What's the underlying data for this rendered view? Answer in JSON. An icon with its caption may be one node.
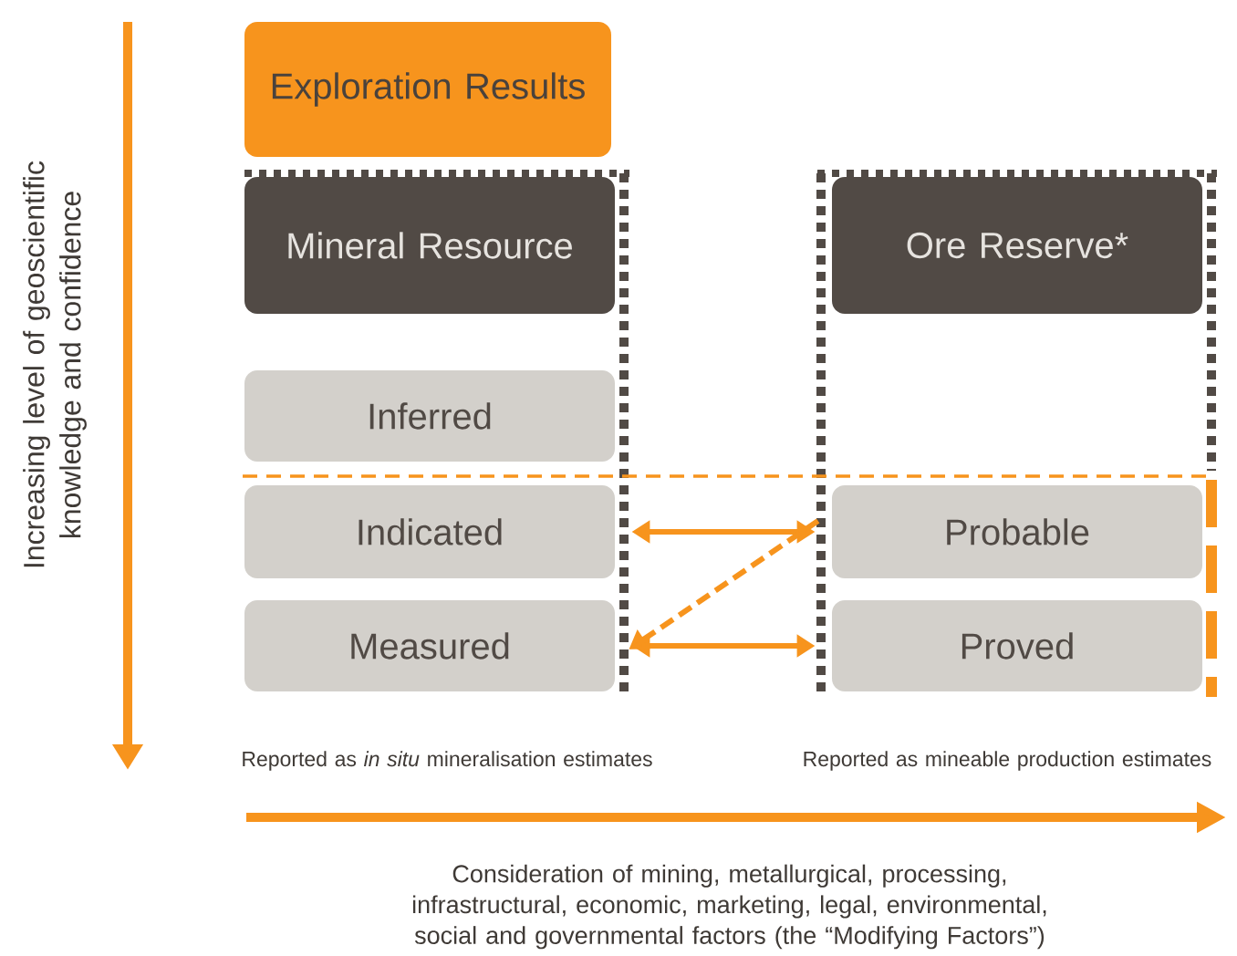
{
  "diagram": {
    "nodes": [
      {
        "text": [
          "Exploration Results"
        ]
      },
      {
        "text": [
          "Mineral Resource"
        ]
      },
      {
        "text": [
          "Ore Reserve*"
        ]
      },
      {
        "text": [
          "Inferred"
        ]
      },
      {
        "text": [
          "Indicated"
        ]
      },
      {
        "text": [
          "Probable"
        ]
      },
      {
        "text": [
          "Measured"
        ]
      },
      {
        "text": [
          "Proved"
        ]
      }
    ],
    "edges": [
      {
        "from": 4,
        "to": 5,
        "arrow": "both"
      },
      {
        "from": 5,
        "to": 6,
        "arrow": "to",
        "style": "dashed"
      },
      {
        "from": 6,
        "to": 7,
        "arrow": "both"
      }
    ],
    "labels": [
      "Increasing level of geoscientific knowledge and confidence",
      "Reported as *in situ* mineralisation estimates",
      "Reported as mineable production estimates",
      "Consideration of mining, metallurgical, processing, infrastructural, economic, marketing, legal, environmental, social and governmental factors (the “Modifying Factors”)"
    ]
  }
}
